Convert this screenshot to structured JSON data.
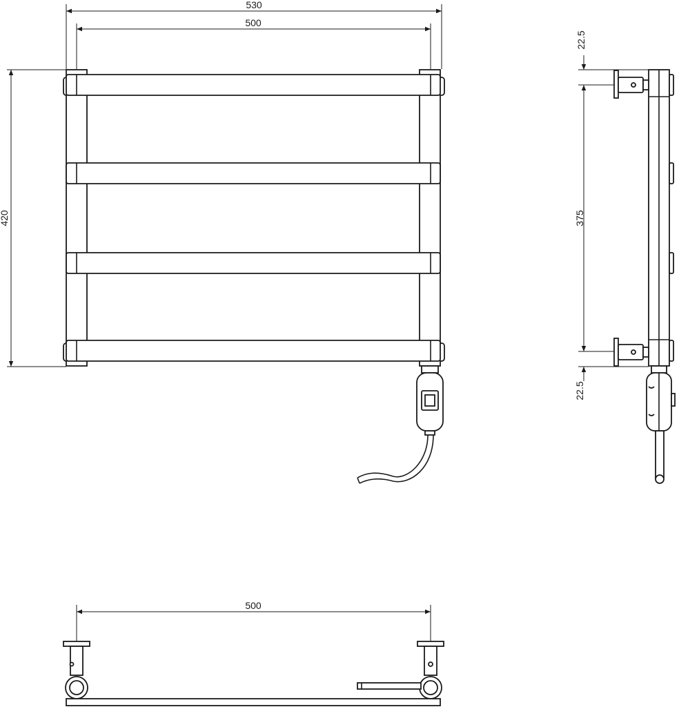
{
  "dimensions": {
    "front_overall_width": "530",
    "front_inner_width": "500",
    "front_height": "420",
    "side_top_offset": "22.5",
    "side_mount_spacing": "375",
    "side_bottom_offset": "22.5",
    "top_width": "500"
  },
  "colors": {
    "line": "#1a1a1a",
    "background": "#ffffff"
  }
}
